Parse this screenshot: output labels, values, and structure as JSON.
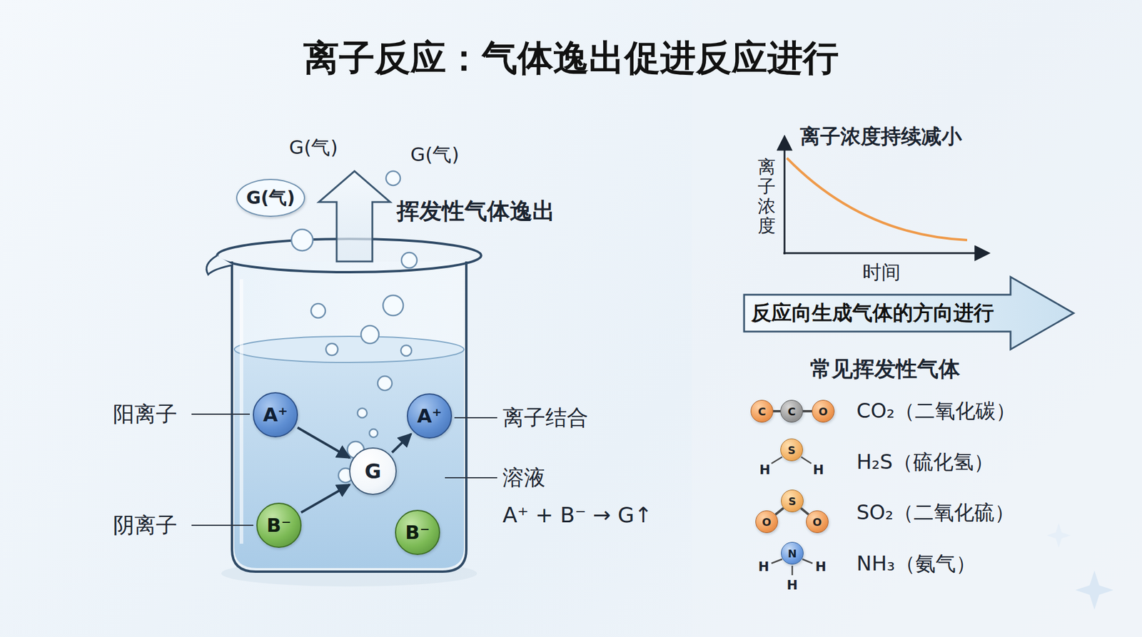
{
  "diagram": {
    "title": "离子反应：气体逸出促进反应进行",
    "nodes": [
      {
        "text": [
          "G(气)"
        ]
      },
      {
        "text": [
          "A⁺"
        ]
      },
      {
        "text": [
          "A⁺"
        ]
      },
      {
        "text": [
          "G"
        ]
      },
      {
        "text": [
          "B⁻"
        ]
      },
      {
        "text": [
          "B⁻"
        ]
      },
      {
        "text": [
          "反应向生成气体的方向进行"
        ]
      },
      {
        "text": [
          "C"
        ]
      },
      {
        "text": [
          "C"
        ]
      },
      {
        "text": [
          "O"
        ]
      },
      {
        "text": [
          "S"
        ]
      },
      {
        "text": [
          "O"
        ]
      },
      {
        "text": [
          "S"
        ]
      },
      {
        "text": [
          "O"
        ]
      },
      {
        "text": [
          "N"
        ]
      }
    ],
    "edges": [
      {
        "from": 1,
        "to": 3,
        "arrow": "to"
      },
      {
        "from": 4,
        "to": 3,
        "arrow": "to"
      },
      {
        "from": 3,
        "to": 2,
        "arrow": "to"
      },
      {
        "from": 7,
        "to": 8,
        "arrow": "none"
      },
      {
        "from": 8,
        "to": 9,
        "arrow": "none"
      },
      {
        "from": 11,
        "to": 12,
        "arrow": "none"
      },
      {
        "from": 12,
        "to": 13,
        "arrow": "none"
      }
    ],
    "labels": [
      "G(气)",
      "G(气)",
      "挥发性气体逸出",
      "阳离子",
      "阴离子",
      "离子结合",
      "溶液",
      "A⁺ + B⁻ → G↑",
      "离子浓度持续减小",
      "离子浓度",
      "时间",
      "常见挥发性气体",
      "CO₂（二氧化碳）",
      "H",
      "H",
      "H₂S（硫化氢）",
      "SO₂（二氧化硫）",
      "H",
      "H",
      "H",
      "NH₃（氨气）"
    ]
  }
}
